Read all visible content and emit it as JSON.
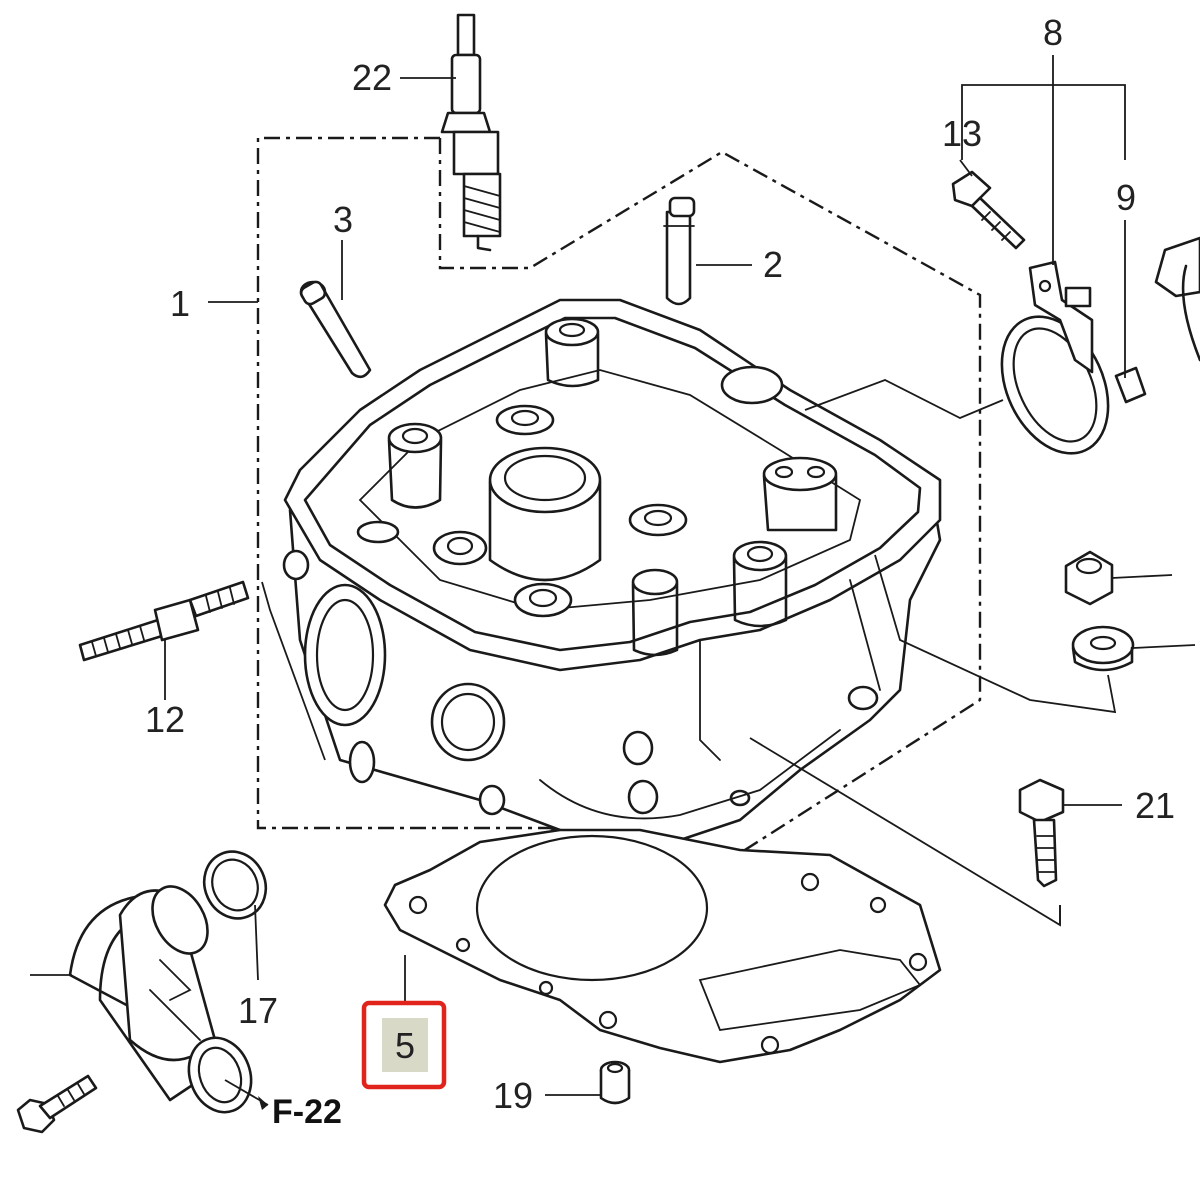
{
  "diagram": {
    "callouts": [
      {
        "id": "c1",
        "label": "1"
      },
      {
        "id": "c2",
        "label": "2"
      },
      {
        "id": "c3",
        "label": "3"
      },
      {
        "id": "c5",
        "label": "5"
      },
      {
        "id": "c8",
        "label": "8"
      },
      {
        "id": "c9",
        "label": "9"
      },
      {
        "id": "c12",
        "label": "12"
      },
      {
        "id": "c13",
        "label": "13"
      },
      {
        "id": "c17",
        "label": "17"
      },
      {
        "id": "c19",
        "label": "19"
      },
      {
        "id": "c21",
        "label": "21"
      },
      {
        "id": "c22",
        "label": "22"
      }
    ],
    "reference_label": "F-22",
    "highlight_color": "#e0241b",
    "highlight_fill": "#d9d9c8"
  }
}
